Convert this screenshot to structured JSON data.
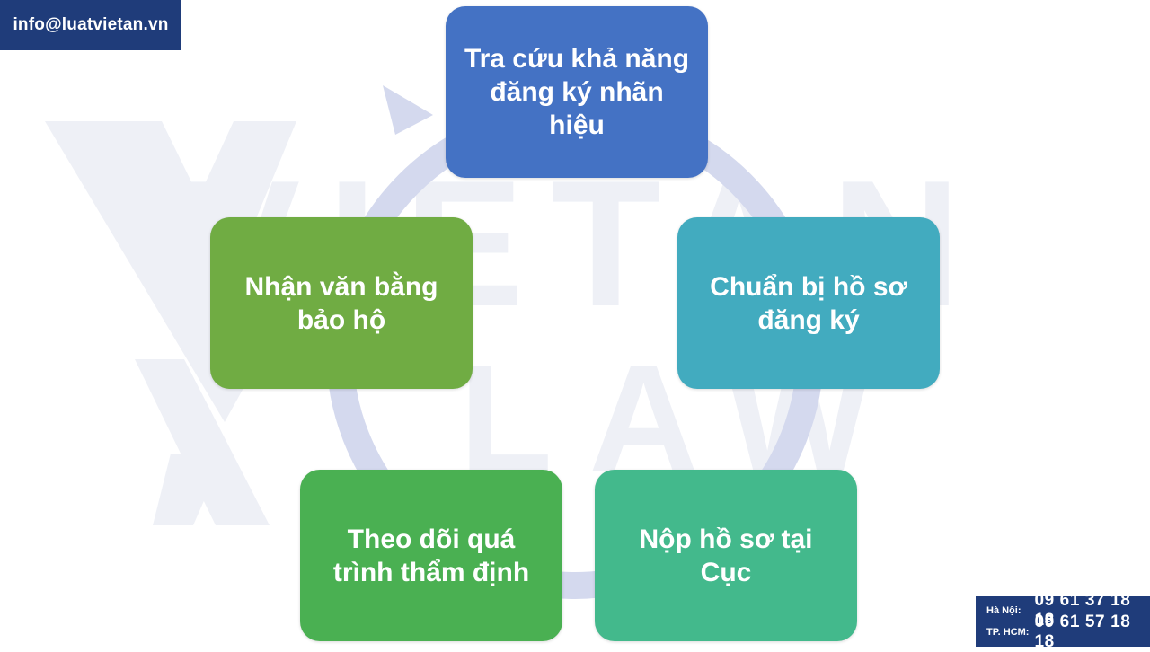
{
  "contact": {
    "email": "info@luatvietan.vn",
    "phones": [
      {
        "city": "Hà Nội:",
        "number": "09 61 37 18 18"
      },
      {
        "city": "TP. HCM:",
        "number": "09 61 57 18 18"
      }
    ]
  },
  "diagram": {
    "type": "cycle",
    "steps": [
      {
        "label": "Tra cứu khả năng đăng ký nhãn hiệu",
        "color": "#4472C4"
      },
      {
        "label": "Chuẩn bị hồ sơ đăng ký",
        "color": "#42ABBF"
      },
      {
        "label": "Nộp hồ sơ tại Cục",
        "color": "#43B98C"
      },
      {
        "label": "Theo dõi quá trình thẩm định",
        "color": "#4AB052"
      },
      {
        "label": "Nhận văn bằng bảo hộ",
        "color": "#70AC43"
      }
    ],
    "ring_color": "#D4D9EE"
  },
  "watermark": {
    "line1": "VIETAN",
    "line2": "LAW",
    "color": "#EEF0F6"
  },
  "brand_color": "#1F3C7A"
}
